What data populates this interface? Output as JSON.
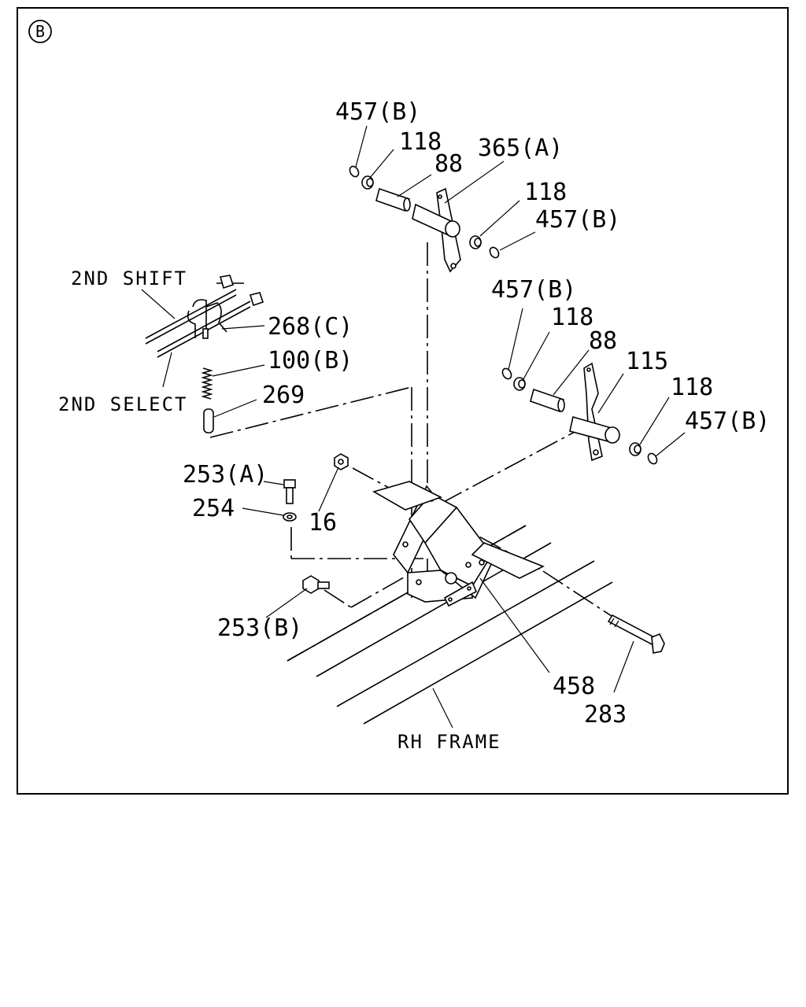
{
  "section_marker": "B",
  "callouts": {
    "c457b_1": "457(B)",
    "c118_1": "118",
    "c88_1": "88",
    "c365a": "365(A)",
    "c118_2": "118",
    "c457b_2": "457(B)",
    "c457b_3": "457(B)",
    "c118_3": "118",
    "c88_2": "88",
    "c115": "115",
    "c118_4": "118",
    "c457b_4": "457(B)",
    "c268c": "268(C)",
    "c100b": "100(B)",
    "c269": "269",
    "c253a": "253(A)",
    "c254": "254",
    "c16": "16",
    "c253b": "253(B)",
    "c458": "458",
    "c283": "283"
  },
  "text_labels": {
    "second_shift": "2ND SHIFT",
    "second_select": "2ND SELECT",
    "rh_frame": "RH FRAME"
  }
}
